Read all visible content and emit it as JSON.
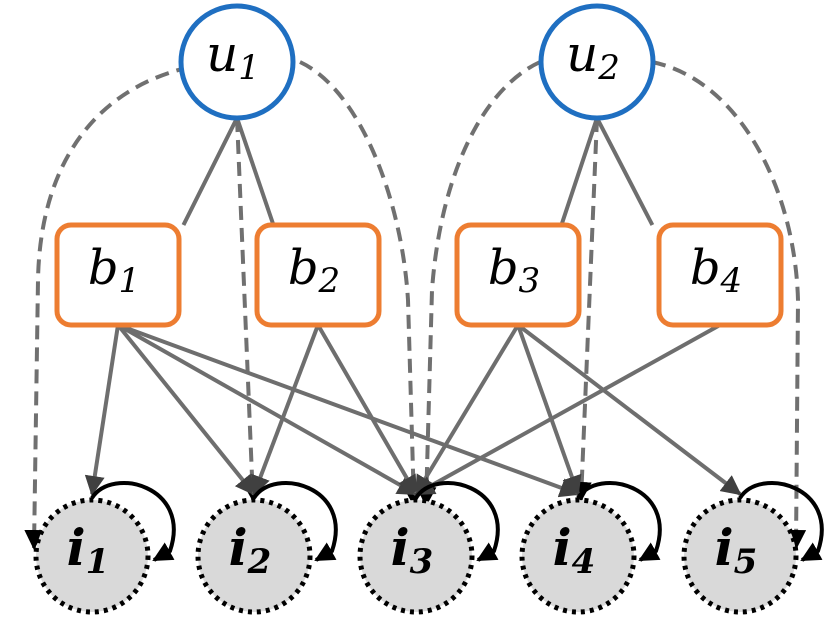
{
  "users": [
    {
      "id": "u1",
      "base": "u",
      "sub": "1"
    },
    {
      "id": "u2",
      "base": "u",
      "sub": "2"
    }
  ],
  "bundles": [
    {
      "id": "b1",
      "base": "b",
      "sub": "1"
    },
    {
      "id": "b2",
      "base": "b",
      "sub": "2"
    },
    {
      "id": "b3",
      "base": "b",
      "sub": "3"
    },
    {
      "id": "b4",
      "base": "b",
      "sub": "4"
    }
  ],
  "items": [
    {
      "id": "i1",
      "base": "i",
      "sub": "1"
    },
    {
      "id": "i2",
      "base": "i",
      "sub": "2"
    },
    {
      "id": "i3",
      "base": "i",
      "sub": "3"
    },
    {
      "id": "i4",
      "base": "i",
      "sub": "4"
    },
    {
      "id": "i5",
      "base": "i",
      "sub": "5"
    }
  ],
  "user_bundle_edges": [
    [
      "u1",
      "b1"
    ],
    [
      "u1",
      "b2"
    ],
    [
      "u2",
      "b3"
    ],
    [
      "u2",
      "b4"
    ]
  ],
  "user_item_edges": [
    [
      "u1",
      "i1"
    ],
    [
      "u1",
      "i2"
    ],
    [
      "u1",
      "i3"
    ],
    [
      "u2",
      "i3"
    ],
    [
      "u2",
      "i4"
    ],
    [
      "u2",
      "i5"
    ]
  ],
  "bundle_item_edges": [
    [
      "b1",
      "i1"
    ],
    [
      "b1",
      "i2"
    ],
    [
      "b1",
      "i3"
    ],
    [
      "b1",
      "i4"
    ],
    [
      "b2",
      "i2"
    ],
    [
      "b2",
      "i3"
    ],
    [
      "b3",
      "i3"
    ],
    [
      "b3",
      "i4"
    ],
    [
      "b3",
      "i5"
    ],
    [
      "b4",
      "i3"
    ]
  ],
  "self_loops": [
    "i1",
    "i2",
    "i3",
    "i4",
    "i5"
  ],
  "colors": {
    "user_stroke": "#1f6fc1",
    "bundle_stroke": "#ed7d31",
    "item_fill": "#d9d9d9",
    "item_stroke": "#000000",
    "edge": "#6e6e6e",
    "dashed_edge": "#707070",
    "arrow": "#404040",
    "loop": "#000000"
  }
}
